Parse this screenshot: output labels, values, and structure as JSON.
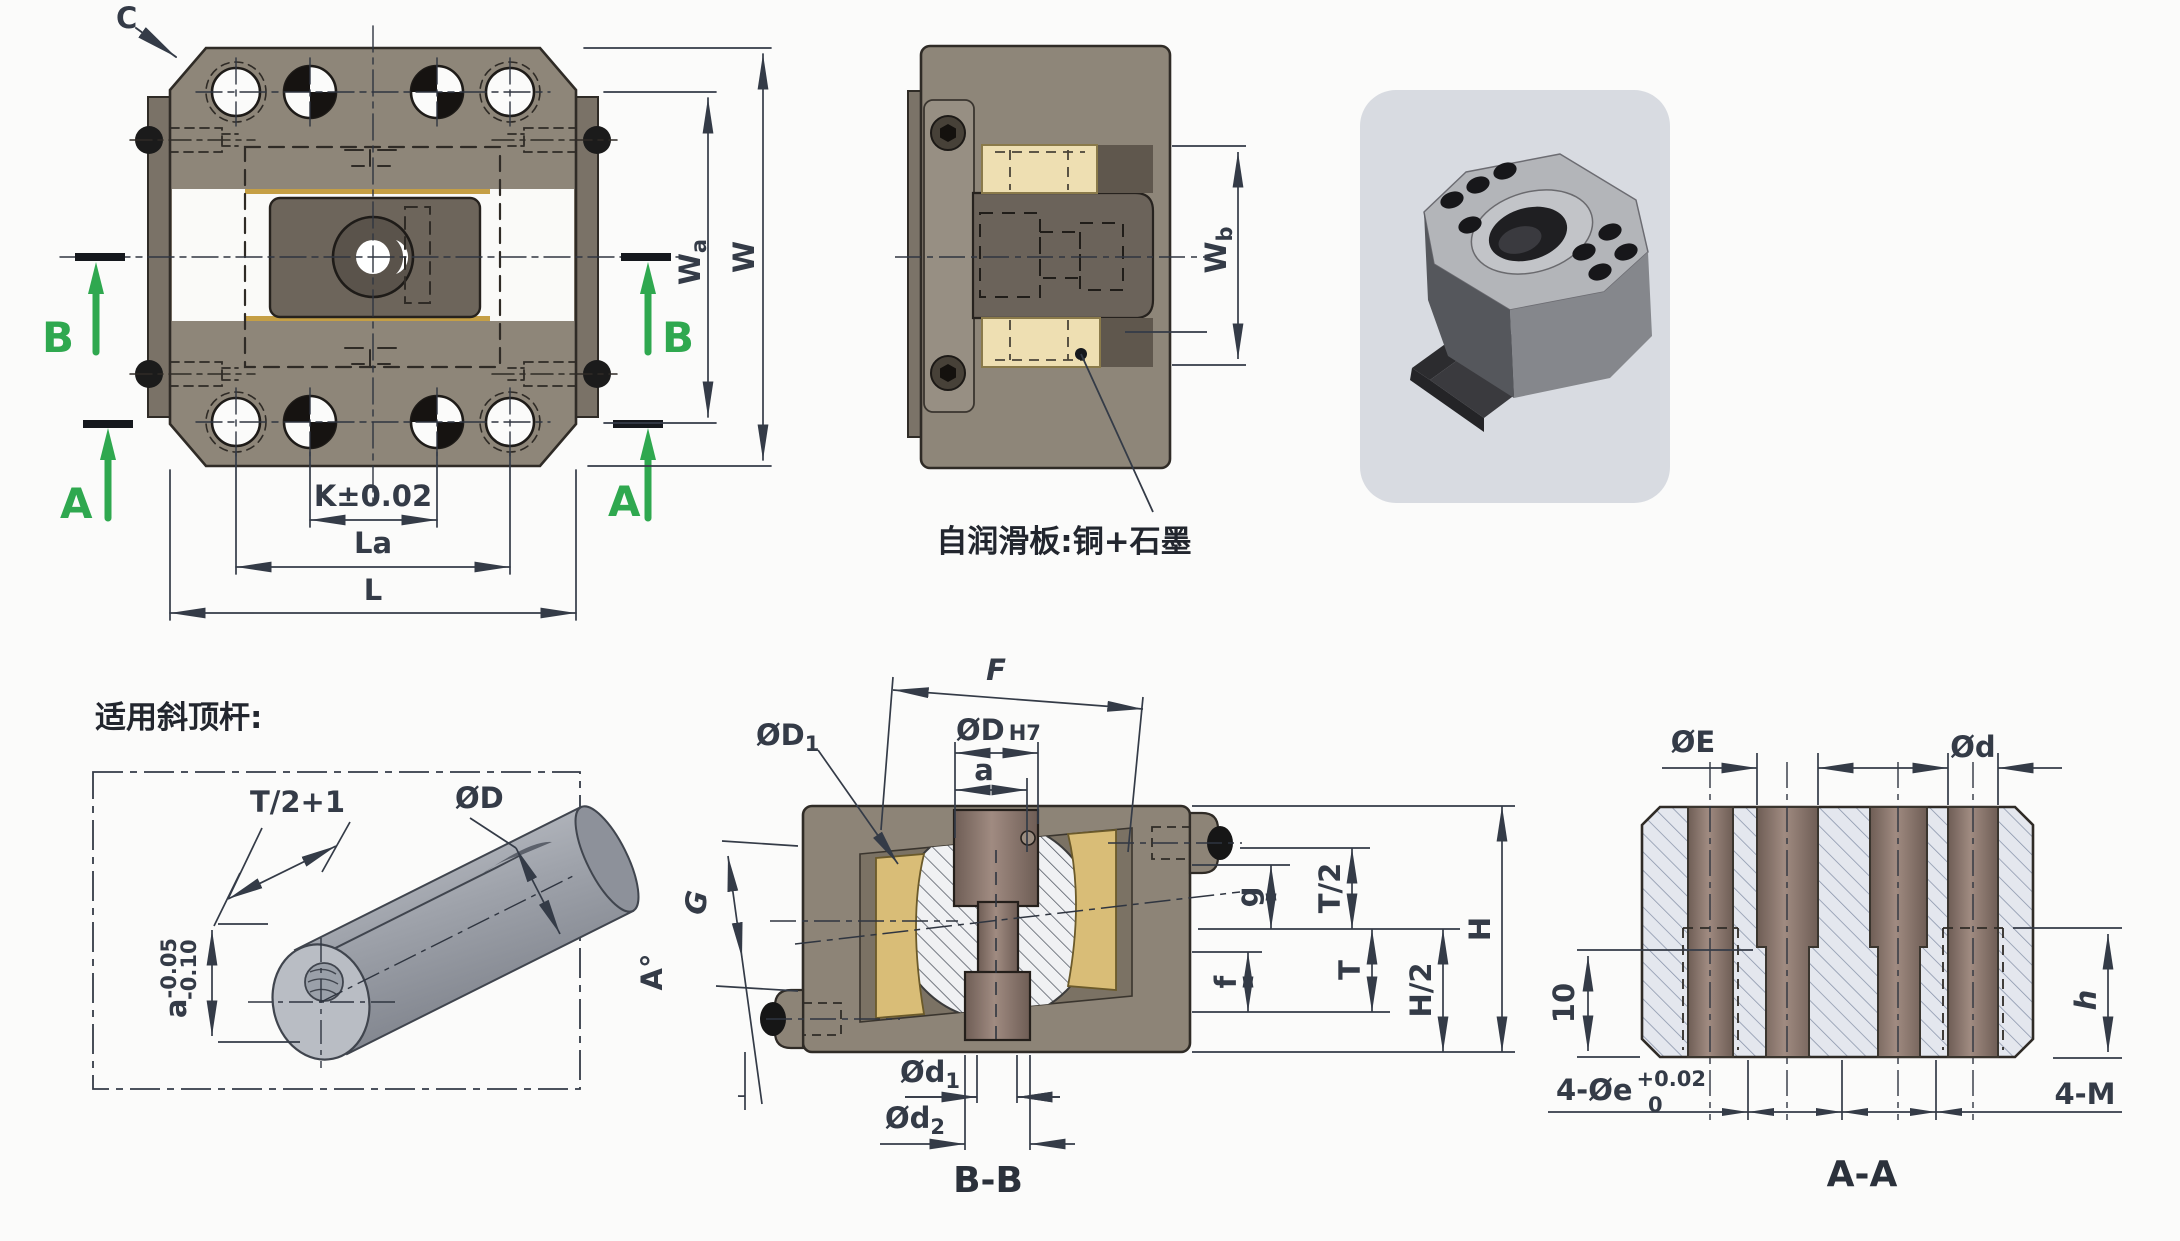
{
  "background": "#fbfbfa",
  "line_color": "#39404d",
  "accent_green": "#2fa84f",
  "front_view": {
    "corner_label": "C",
    "section_b": "B",
    "section_a": "A",
    "dim_k": "K±0.02",
    "dim_la": "La",
    "dim_l": "L",
    "dim_w": "W",
    "dim_wa_main": "W",
    "dim_wa_sub": "a"
  },
  "side_view": {
    "dim_wb_main": "W",
    "dim_wb_sub": "b",
    "callout": "自润滑板:铜+石墨"
  },
  "rod_detail": {
    "title": "适用斜顶杆:",
    "dim_flat": "T/2+1",
    "dim_diameter": "ØD",
    "dim_a_main": "a",
    "dim_a_sup": "-0.05",
    "dim_a_sub": "-0.10"
  },
  "section_bb": {
    "title": "B-B",
    "dim_f": "F",
    "dim_d1_main": "ØD",
    "dim_d1_sub": "1",
    "dim_dh7_main": "ØD",
    "dim_dh7_suffix": "H7",
    "dim_a": "a",
    "dim_g_len": "G",
    "dim_angle": "A°",
    "dim_phid1_main": "Ød",
    "dim_phid1_sub": "1",
    "dim_phid2_main": "Ød",
    "dim_phid2_sub": "2",
    "dim_g_small": "g",
    "dim_t_half": "T/2",
    "dim_t": "T",
    "dim_f_small": "f",
    "dim_h_half": "H/2",
    "dim_h": "H"
  },
  "section_aa": {
    "title": "A-A",
    "dim_e_big": "ØE",
    "dim_d_small": "Ød",
    "dim_ten": "10",
    "dim_h_small": "h",
    "dim_4e_main": "4-Øe",
    "dim_4e_sup": "+0.02",
    "dim_4e_sub": "0",
    "dim_4m": "4-M"
  }
}
